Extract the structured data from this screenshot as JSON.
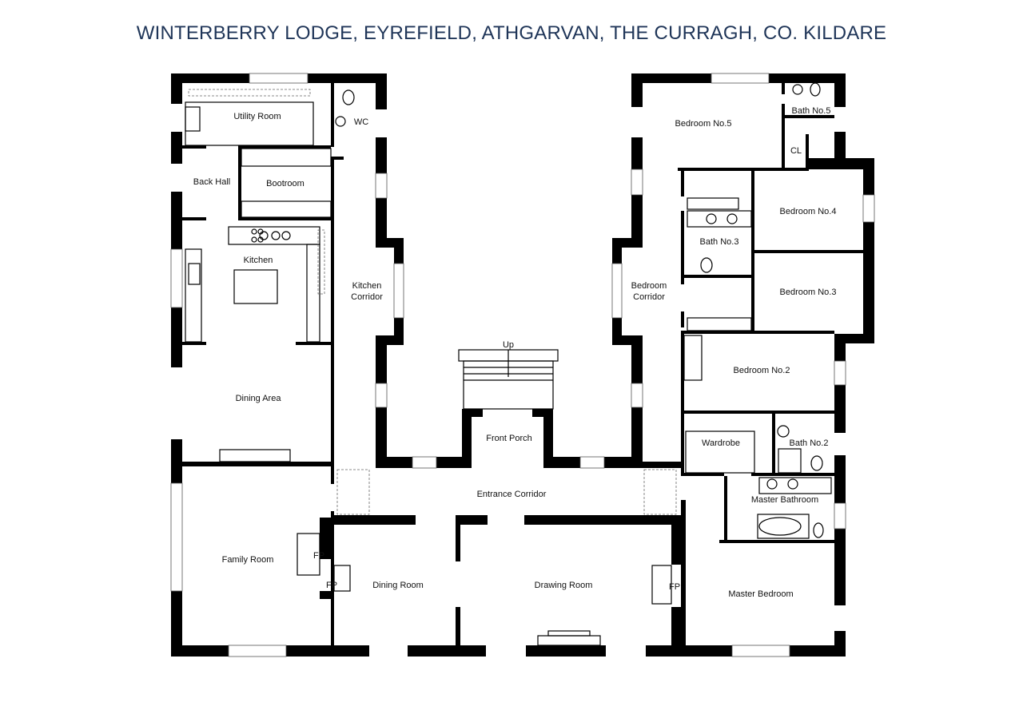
{
  "title": "WINTERBERRY LODGE, EYREFIELD, ATHGARVAN, THE CURRAGH, CO. KILDARE",
  "rooms": {
    "utility_room": "Utility Room",
    "wc": "WC",
    "back_hall": "Back Hall",
    "bootroom": "Bootroom",
    "kitchen": "Kitchen",
    "kitchen_corridor_1": "Kitchen",
    "kitchen_corridor_2": "Corridor",
    "dining_area": "Dining Area",
    "family_room": "Family Room",
    "dining_room": "Dining Room",
    "drawing_room": "Drawing Room",
    "entrance_corridor": "Entrance Corridor",
    "front_porch": "Front Porch",
    "up": "Up",
    "bedroom_5": "Bedroom No.5",
    "bath_5": "Bath No.5",
    "cl": "CL",
    "bedroom_4": "Bedroom No.4",
    "bath_3": "Bath No.3",
    "bedroom_3": "Bedroom No.3",
    "bedroom_corridor_1": "Bedroom",
    "bedroom_corridor_2": "Corridor",
    "bedroom_2": "Bedroom No.2",
    "wardrobe": "Wardrobe",
    "bath_2": "Bath No.2",
    "master_bathroom": "Master Bathroom",
    "master_bedroom": "Master Bedroom",
    "fp": "FP"
  },
  "colors": {
    "title": "#1f3558",
    "walls": "#000000"
  }
}
